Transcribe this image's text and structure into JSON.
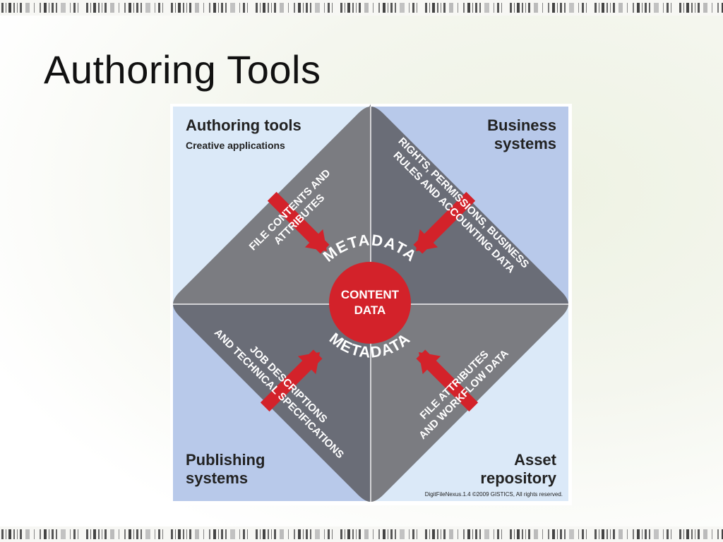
{
  "slide": {
    "title": "Authoring Tools"
  },
  "diagram": {
    "corners": {
      "top_left": {
        "title": "Authoring tools",
        "subtitle": "Creative applications"
      },
      "top_right": {
        "line1": "Business",
        "line2": "systems"
      },
      "bottom_left": {
        "line1": "Publishing",
        "line2": "systems"
      },
      "bottom_right": {
        "line1": "Asset",
        "line2": "repository"
      }
    },
    "flows": {
      "top_left": {
        "line1": "FILE CONTENTS AND",
        "line2": "ATTRIBUTES"
      },
      "top_right": {
        "line1": "RIGHTS, PERMISSIONS, BUSINESS",
        "line2": "RULES AND ACCOUNTING DATA"
      },
      "bottom_left": {
        "line1": "JOB DESCRIPTIONS",
        "line2": "AND TECHNICAL SPECIFICATIONS"
      },
      "bottom_right": {
        "line1": "FILE ATTRIBUTES",
        "line2": "AND WORKFLOW DATA"
      }
    },
    "center": {
      "line1": "CONTENT",
      "line2": "DATA"
    },
    "ring_top": "METADATA",
    "ring_bottom": "METADATA",
    "credit": "DigitFileNexus.1.4 ©2009 GISTICS, All rights reserved.",
    "colors": {
      "light_blue": "#dbe9f8",
      "mid_blue": "#b8c9ea",
      "dark_gray": "#6a6d77",
      "mid_gray": "#7b7c81",
      "red": "#d3222a"
    }
  }
}
